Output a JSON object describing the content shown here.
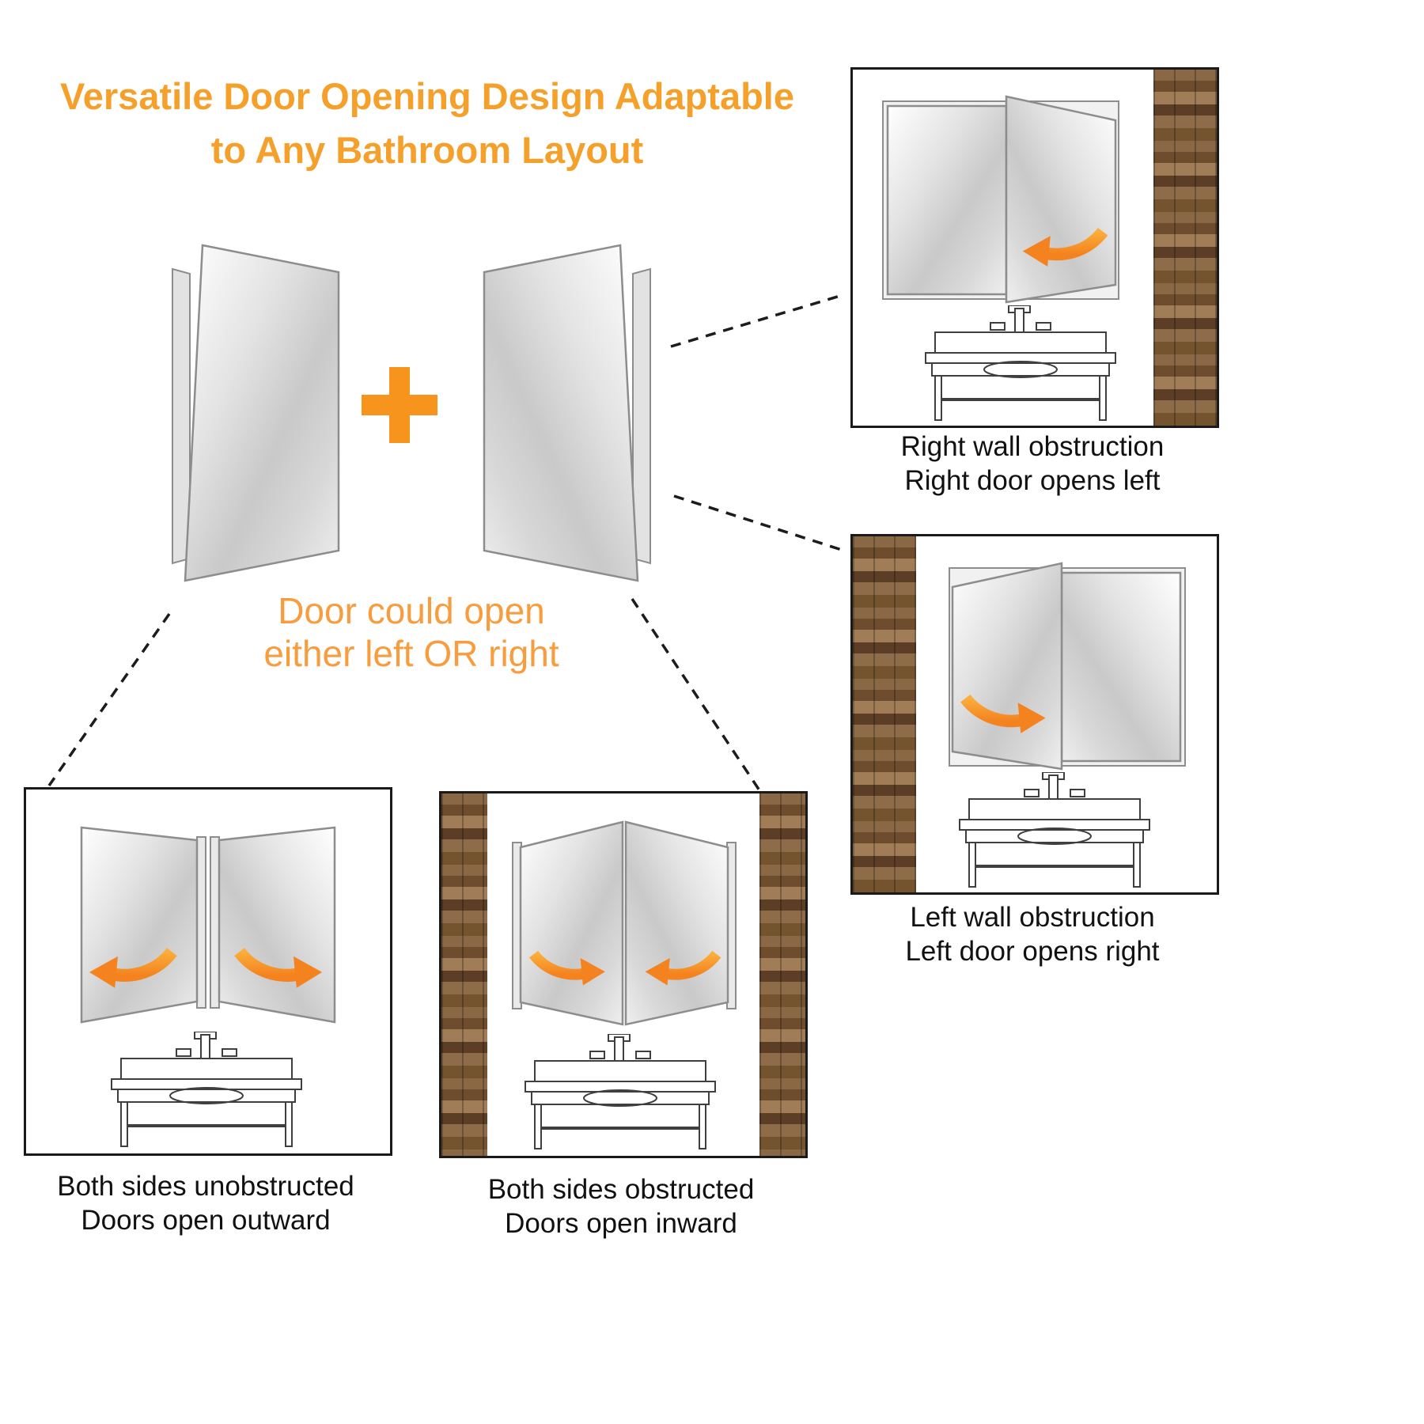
{
  "title": {
    "line1": "Versatile Door Opening Design Adaptable",
    "line2": "to Any Bathroom Layout"
  },
  "center_diagram": {
    "plus_symbol": "+",
    "caption_line1": "Door could open",
    "caption_line2": "either left OR right"
  },
  "scenarios": [
    {
      "name": "right-wall-obstruction",
      "caption_line1": "Right wall obstruction",
      "caption_line2": "Right door opens left"
    },
    {
      "name": "left-wall-obstruction",
      "caption_line1": "Left wall obstruction",
      "caption_line2": "Left door opens right"
    },
    {
      "name": "both-sides-unobstructed",
      "caption_line1": "Both sides unobstructed",
      "caption_line2": "Doors open outward"
    },
    {
      "name": "both-sides-obstructed",
      "caption_line1": "Both sides obstructed",
      "caption_line2": "Doors open inward"
    }
  ],
  "colors": {
    "accent_orange": "#F7941E",
    "title_orange": "#F5A02B",
    "caption_orange": "#F89C3D",
    "line_black": "#1a1a1a"
  }
}
